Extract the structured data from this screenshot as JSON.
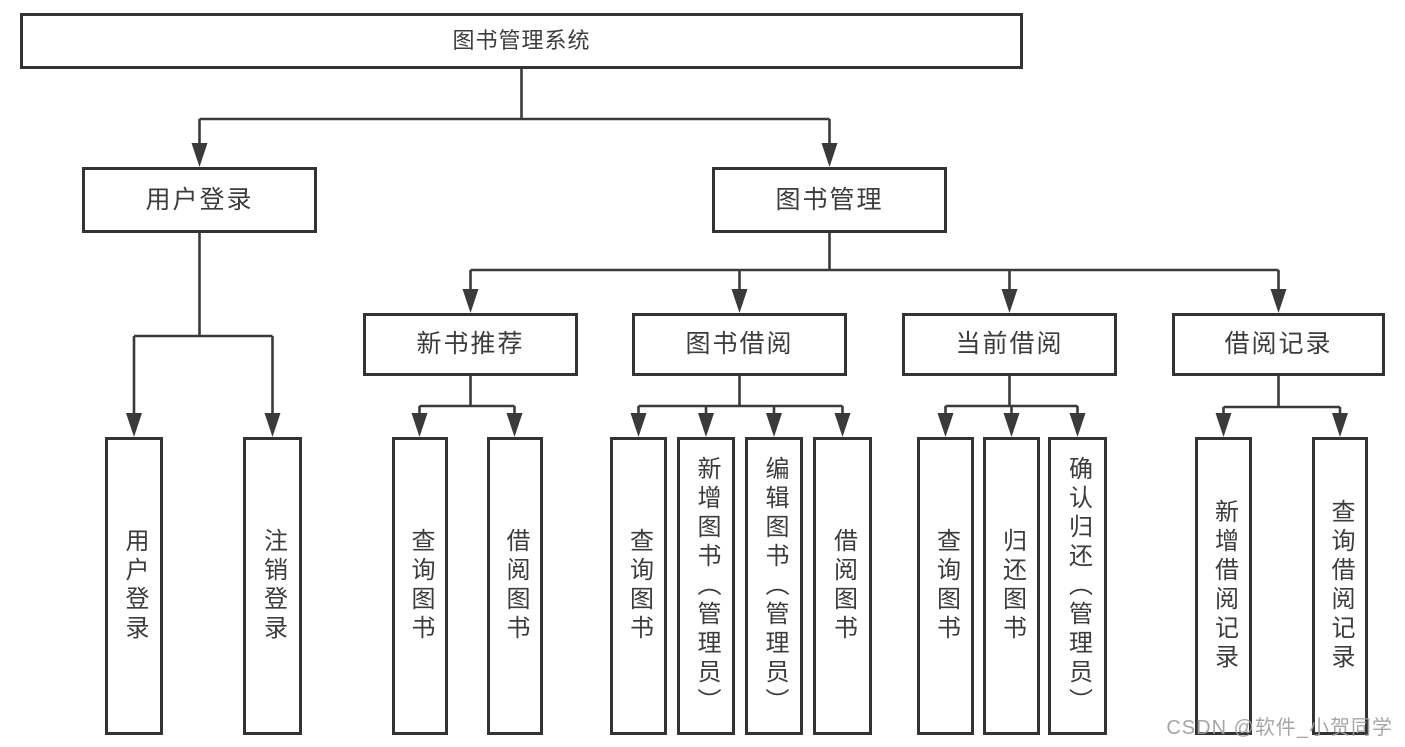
{
  "diagram": {
    "root": {
      "label": "图书管理系统"
    },
    "level2": [
      {
        "label": "用户登录",
        "children": [
          {
            "label": "用户登录"
          },
          {
            "label": "注销登录"
          }
        ]
      },
      {
        "label": "图书管理",
        "children": [
          {
            "label": "新书推荐",
            "children": [
              {
                "label": "查询图书"
              },
              {
                "label": "借阅图书"
              }
            ]
          },
          {
            "label": "图书借阅",
            "children": [
              {
                "label": "查询图书"
              },
              {
                "label": "新增图书（管理员）"
              },
              {
                "label": "编辑图书（管理员）"
              },
              {
                "label": "借阅图书"
              }
            ]
          },
          {
            "label": "当前借阅",
            "children": [
              {
                "label": "查询图书"
              },
              {
                "label": "归还图书"
              },
              {
                "label": "确认归还（管理员）"
              }
            ]
          },
          {
            "label": "借阅记录",
            "children": [
              {
                "label": "新增借阅记录"
              },
              {
                "label": "查询借阅记录"
              }
            ]
          }
        ]
      }
    ]
  },
  "watermark": "CSDN @软件_小贺同学",
  "colors": {
    "line": "#3a3a3a",
    "border": "#333333",
    "text": "#3c3c3c",
    "background": "#ffffff",
    "watermark": "#9e9e9e"
  }
}
